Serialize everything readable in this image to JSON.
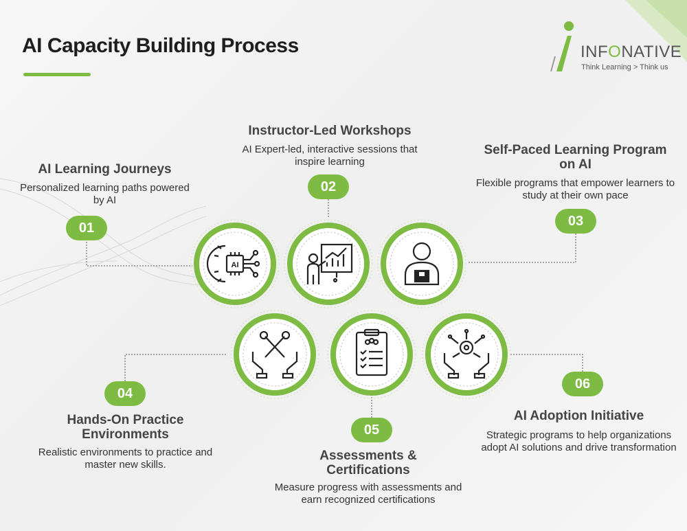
{
  "header": {
    "title": "AI Capacity Building Process"
  },
  "logo": {
    "brand_pre": "INF",
    "brand_o": "O",
    "brand_post": "NATIVE",
    "tagline": "Think Learning > Think us"
  },
  "colors": {
    "accent": "#7dbb42",
    "text": "#333333"
  },
  "steps": [
    {
      "number": "01",
      "title": "AI Learning Journeys",
      "description": "Personalized learning paths powered by AI",
      "icon": "ai-chip-gear-icon"
    },
    {
      "number": "02",
      "title": "Instructor-Led Workshops",
      "description": "AI Expert-led, interactive sessions that inspire learning",
      "icon": "presenter-chart-icon"
    },
    {
      "number": "03",
      "title": "Self-Paced Learning Program on AI",
      "description": "Flexible programs that empower learners to study at their own pace",
      "icon": "learner-book-icon"
    },
    {
      "number": "04",
      "title": "Hands-On Practice Environments",
      "description": "Realistic environments to practice and master new skills.",
      "icon": "hands-tools-icon"
    },
    {
      "number": "05",
      "title": "Assessments & Certifications",
      "description": "Measure progress with assessments and earn recognized certifications",
      "icon": "clipboard-checklist-icon"
    },
    {
      "number": "06",
      "title": "AI Adoption Initiative",
      "description": "Strategic programs to help organizations adopt AI solutions and drive transformation",
      "icon": "hands-gear-icon"
    }
  ]
}
